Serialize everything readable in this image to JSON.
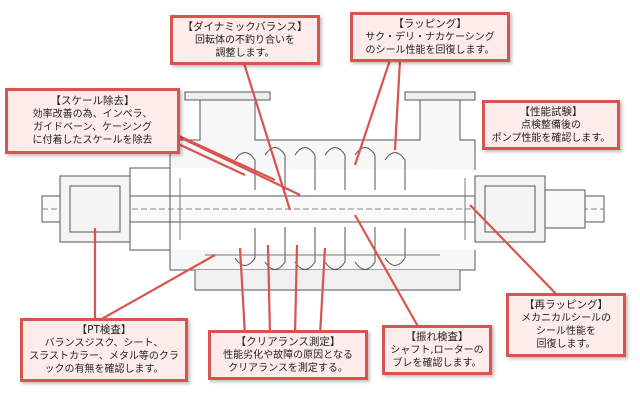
{
  "callouts": {
    "dynamic_balance": {
      "title": "【ダイナミックバランス】",
      "body": "回転体の不釣り合いを\n調整します。"
    },
    "lapping": {
      "title": "【ラッピング】",
      "body": "サク・デリ・ナカケーシング\nのシール性能を回復します。"
    },
    "scale_removal": {
      "title": "【スケール除去】",
      "body": "効率改善の為、インペラ、\nガイドベーン、ケーシング\nに付着したスケールを除去"
    },
    "performance_test": {
      "title": "【性能試験】",
      "body": "点検整備後の\nポンプ性能を確認します。"
    },
    "relapping": {
      "title": "【再ラッピング】",
      "body": "メカニカルシールの\nシール性能を\n回復します。"
    },
    "pt_inspection": {
      "title": "【PT検査】",
      "body": "バランスジスク、シート、\nスラストカラー、メタル等のクラ\nックの有無を確認します。"
    },
    "clearance": {
      "title": "【クリアランス測定】",
      "body": "性能劣化や故障の原因となる\nクリアランスを測定する。"
    },
    "vibration": {
      "title": "【振れ検査】",
      "body": "シャフト,ローターの\nブレを確認します。"
    }
  },
  "colors": {
    "accent_border": "#d9534f",
    "callout_fill": "#fdecea",
    "drawing_line": "#555555"
  }
}
